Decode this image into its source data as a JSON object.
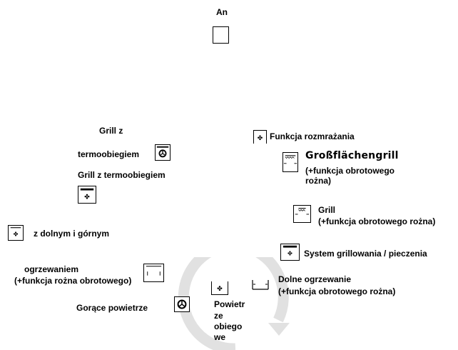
{
  "header": {
    "top_label": "An"
  },
  "modes": {
    "rozmrazanie": "Funkcja rozmrażania",
    "grossflaechen_title": "Großflächengrill",
    "grossflaechen_sub1": "(+funkcja obrotowego",
    "grossflaechen_sub2": "rożna)",
    "grill_title": "Grill",
    "grill_sub": "(+funkcja obrotowego rożna)",
    "system": "System grillowania / pieczenia",
    "dolne_title": "Dolne ogrzewanie",
    "dolne_sub": "(+funkcja obrotowego rożna)",
    "powietrze_l1": "Powietr",
    "powietrze_l2": "ze",
    "powietrze_l3": "obiego",
    "powietrze_l4": "we",
    "gorace": "Gorące powietrze",
    "ogrzewaniem_l1": "ogrzewaniem",
    "ogrzewaniem_l2": "(+funkcja rożna obrotowego)",
    "dolnym": "z dolnym i górnym",
    "grill_termo_l1": "Grill z",
    "grill_termo_l2": "termoobiegiem",
    "grill_termo2": "Grill z termoobiegiem"
  }
}
